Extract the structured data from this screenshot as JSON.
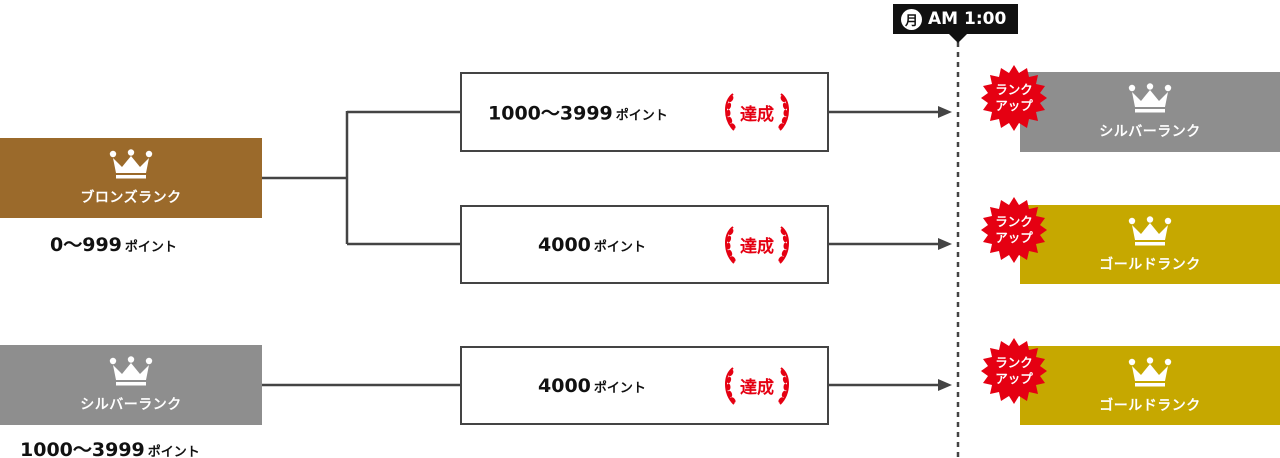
{
  "time_badge": {
    "day": "月",
    "time": "AM 1:00"
  },
  "ranks": {
    "bronze": {
      "label": "ブロンズランク",
      "color": "#9b6a2b"
    },
    "silver": {
      "label": "シルバーランク",
      "color": "#8e8e8e"
    },
    "gold": {
      "label": "ゴールドランク",
      "color": "#c6a800"
    }
  },
  "current_points": {
    "bronze": {
      "range": "0〜999",
      "unit": "ポイント"
    },
    "silver": {
      "range": "1000〜3999",
      "unit": "ポイント"
    }
  },
  "conditions": [
    {
      "value": "1000〜3999",
      "unit": "ポイント",
      "status": "達成"
    },
    {
      "value": "4000",
      "unit": "ポイント",
      "status": "達成"
    },
    {
      "value": "4000",
      "unit": "ポイント",
      "status": "達成"
    }
  ],
  "rank_up": {
    "line1": "ランク",
    "line2": "アップ",
    "color": "#e50012"
  }
}
